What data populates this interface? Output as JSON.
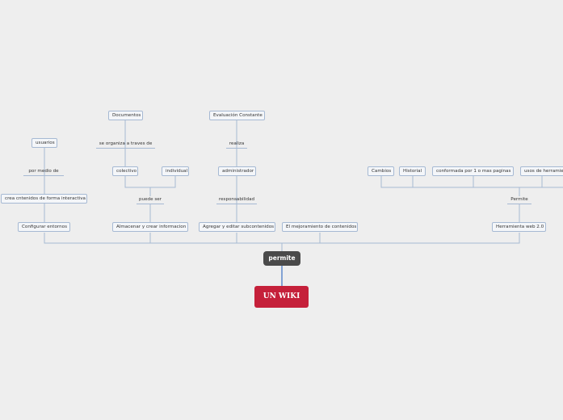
{
  "root": {
    "label": "UN WIKI"
  },
  "hub": {
    "label": "permite"
  },
  "branches": {
    "configurar": "Configurar entornos",
    "crea_contenidos": "crea cntenidos de forma interactiva",
    "por_medio_de": "por medio de",
    "usuarios": "usuarios",
    "almacenar": "Almacenar y crear informacion",
    "puede_ser": "puede ser",
    "colectivo": "colectivo",
    "individual": "individual",
    "se_organiza": "se organiza a traves de",
    "documentos": "Documentos",
    "agregar": "Agregar y editar subcontenidos",
    "responsabilidad": "responsabilidad",
    "administrador": "administrador",
    "realiza": "realiza",
    "evaluacion": "Evaluación Constante",
    "mejoramiento": "El mejoramiento de contenidos",
    "herramienta": "Herramienta web 2.0",
    "permite_lbl": "Permite",
    "cambios": "Cambios",
    "historial": "Historial",
    "conformada": "conformada por 1 o mas paginas",
    "usos": "usos de herramientas"
  },
  "colors": {
    "root_bg": "#c5203a",
    "hub_bg": "#4a4a4a",
    "connector": "#a6b9d3",
    "hub_connector": "#3b6fc4",
    "node_bg": "#f4f6f9"
  }
}
